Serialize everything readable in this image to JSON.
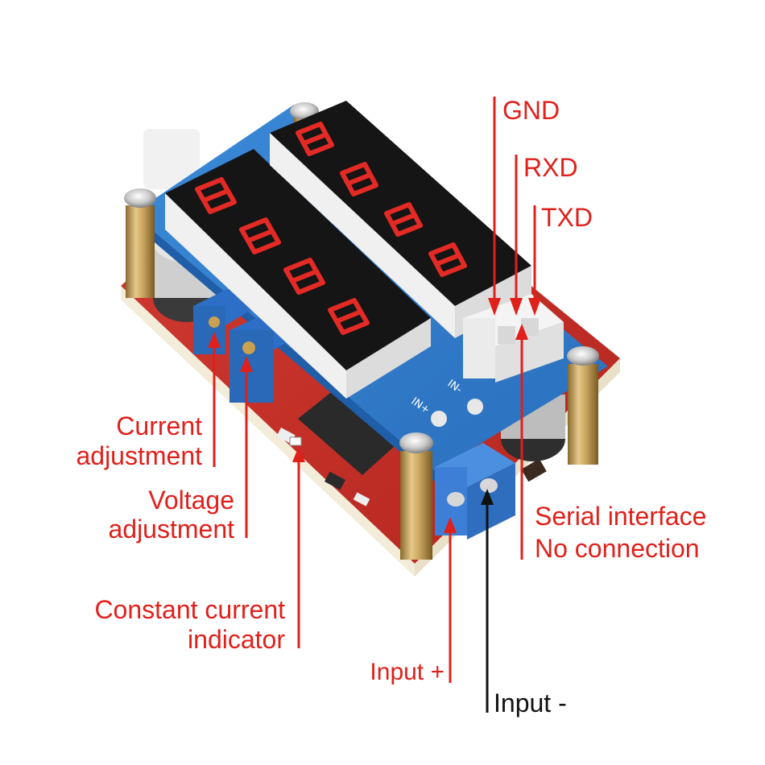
{
  "labels": {
    "gnd": "GND",
    "rxd": "RXD",
    "txd": "TXD",
    "current_adj_line1": "Current",
    "current_adj_line2": "adjustment",
    "voltage_adj_line1": "Voltage",
    "voltage_adj_line2": "adjustment",
    "cc_indicator_line1": "Constant current",
    "cc_indicator_line2": "indicator",
    "serial_line1": "Serial interface",
    "serial_line2": "No connection",
    "input_plus": "Input +",
    "input_minus": "Input -"
  },
  "silkscreen": {
    "in_minus": "IN-",
    "in_plus": "IN+"
  },
  "colors": {
    "label_red": "#e0201b",
    "label_black": "#111111",
    "pcb_blue": "#2f78c8",
    "pcb_red": "#c8302a",
    "display_red": "#e32a24",
    "terminal_blue": "#3d7fd6",
    "header_white": "#f2f2f2"
  }
}
